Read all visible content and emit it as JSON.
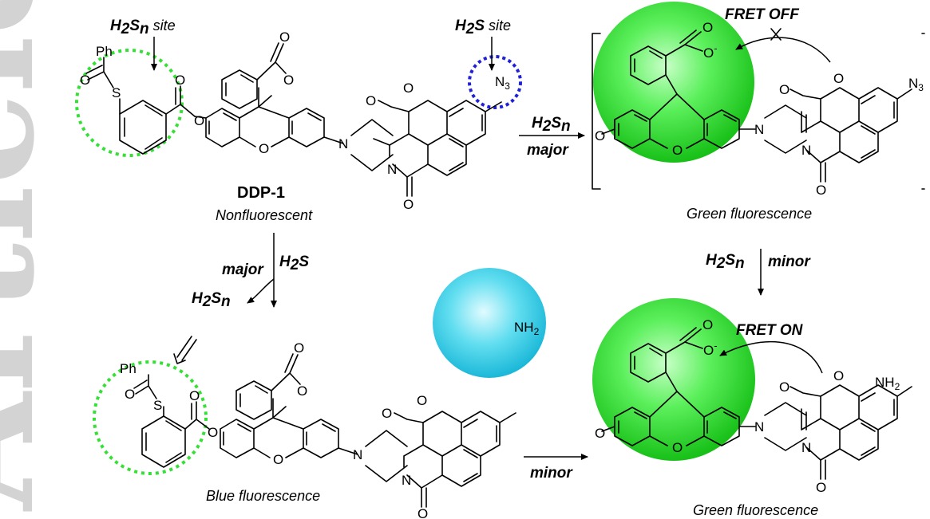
{
  "watermark": {
    "text": "Article"
  },
  "labels": {
    "h2sn_site_h": "H",
    "h2sn_site_s": "S",
    "h2sn_site_n": "n",
    "h2sn_site_tail": " site",
    "h2s_site_h": "H",
    "h2s_site_s": "S",
    "h2s_site_tail": " site",
    "ddp1_name": "DDP-1",
    "ddp1_desc": "Nonfluorescent",
    "fret_off": "FRET OFF",
    "fret_on": "FRET ON",
    "top_green": "Green fluorescence",
    "bottom_green": "Green fluorescence",
    "blue": "Blue fluorescence"
  },
  "arrows": {
    "top": {
      "reagent_h": "H",
      "reagent_s": "S",
      "reagent_n": "n",
      "condition": "major"
    },
    "down_left": {
      "reagent_h": "H",
      "reagent_s": "S",
      "condition": "major",
      "byproduct_h": "H",
      "byproduct_s": "S",
      "byproduct_n": "n"
    },
    "down_right": {
      "reagent_h": "H",
      "reagent_s": "S",
      "reagent_n": "n",
      "condition": "minor"
    },
    "bottom": {
      "condition": "minor"
    }
  },
  "atoms": {
    "ph": "Ph",
    "s": "S",
    "o": "O",
    "n": "N",
    "n3": "N",
    "n3_sub": "3",
    "nh2": "NH",
    "nh2_sub": "2",
    "o_minus": "-"
  },
  "colors": {
    "green_glow": "#2edb2e",
    "cyan_glow": "#29c8e6",
    "green_dots": "#35e035",
    "blue_dots": "#2020d8",
    "watermark": "#d3d3d3"
  }
}
